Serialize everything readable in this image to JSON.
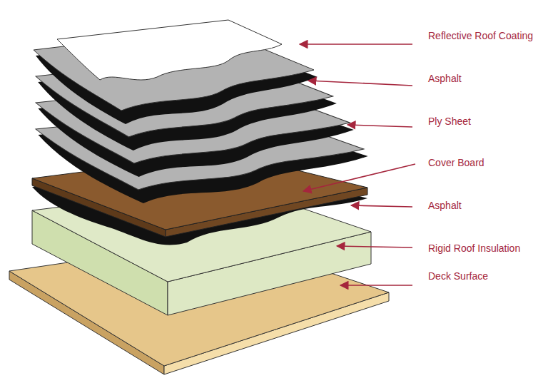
{
  "diagram": {
    "labels": [
      "Reflective Roof Coating",
      "Asphalt",
      "Ply Sheet",
      "Cover Board",
      "Asphalt",
      "Rigid Roof Insulation",
      "Deck Surface"
    ]
  }
}
